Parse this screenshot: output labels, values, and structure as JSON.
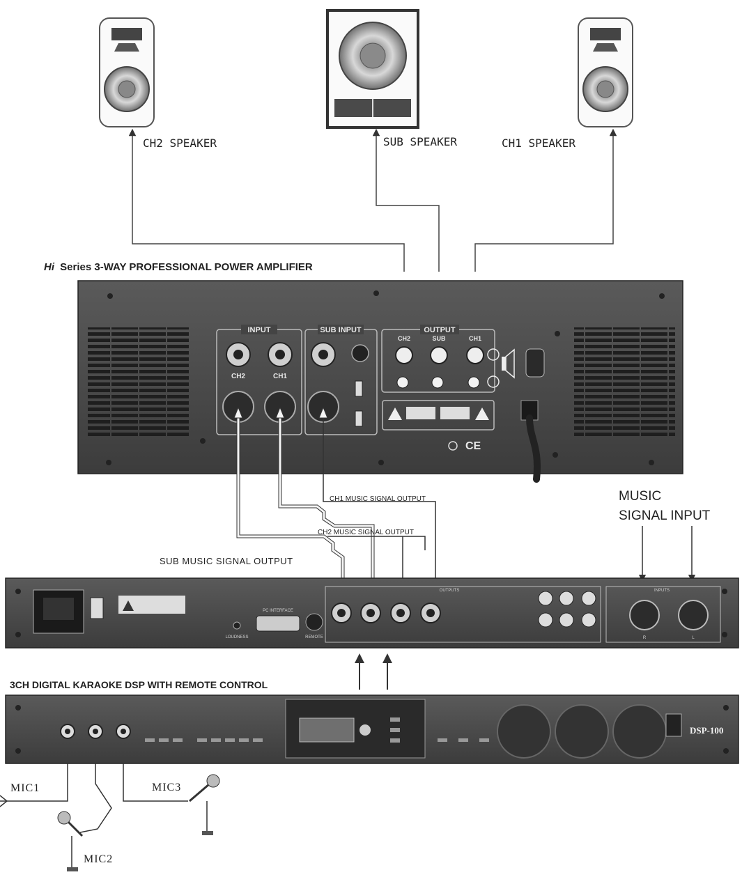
{
  "speakers": {
    "ch2_label": "CH2 SPEAKER",
    "sub_label": "SUB SPEAKER",
    "ch1_label": "CH1 SPEAKER"
  },
  "amplifier": {
    "title_prefix": "Hi",
    "title_rest": "Series  3-WAY PROFESSIONAL POWER AMPLIFIER",
    "input_label": "INPUT",
    "sub_input_label": "SUB INPUT",
    "output_label": "OUTPUT",
    "out_ch2": "CH2",
    "out_sub": "SUB",
    "out_ch1": "CH1",
    "in_ch2": "CH2",
    "in_ch1": "CH1",
    "marks": "CE"
  },
  "signals": {
    "ch1_out": "CH1 MUSIC SIGNAL OUTPUT",
    "ch2_out": "CH2 MUSIC SIGNAL OUTPUT",
    "sub_out": "SUB MUSIC SIGNAL OUTPUT",
    "music_in_line1": "MUSIC",
    "music_in_line2": "SIGNAL INPUT"
  },
  "dsp_rear": {
    "outputs_label": "OUTPUTS",
    "inputs_label": "INPUTS",
    "pc_label": "PC INTERFACE",
    "loudness_label": "LOUDNESS",
    "remote_label": "REMOTE",
    "in_r": "R",
    "in_l": "L"
  },
  "dsp_front": {
    "title": "3CH DIGITAL KARAOKE DSP WITH REMOTE CONTROL",
    "model": "DSP-100"
  },
  "mics": {
    "mic1": "MIC1",
    "mic2": "MIC2",
    "mic3": "MIC3"
  },
  "colors": {
    "panel": "#4a4a4a",
    "panel_dark": "#2a2a2a",
    "cable": "#555555",
    "white_cable": "#f4f4f4"
  }
}
